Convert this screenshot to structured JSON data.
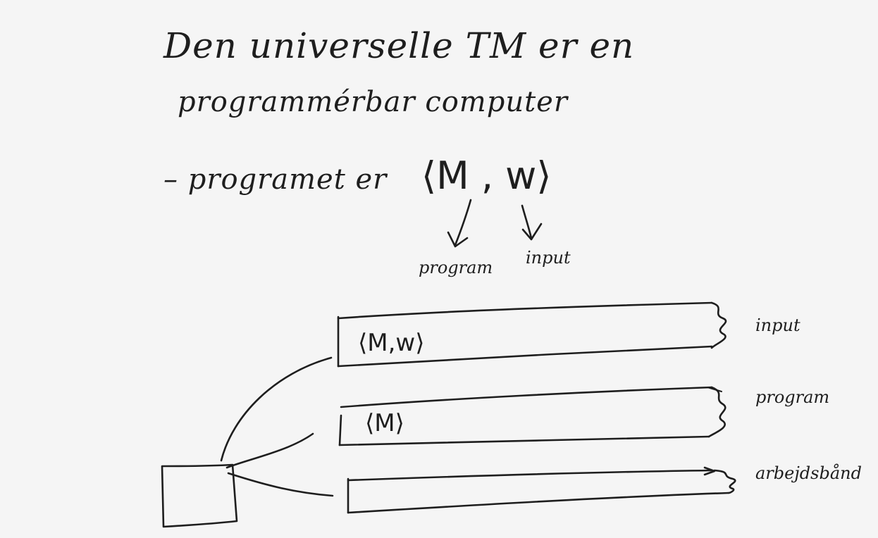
{
  "notes": {
    "line1": "Den universelle TM er en",
    "line2": "programmérbar computer",
    "line3_prefix": "– programet er",
    "tuple": "⟨M , w⟩",
    "arrow_label_program": "program",
    "arrow_label_input": "input"
  },
  "tapes": [
    {
      "content": "⟨M,w⟩",
      "label": "input"
    },
    {
      "content": "⟨M⟩",
      "label": "program"
    },
    {
      "content": "",
      "label": "arbejdsbånd"
    }
  ],
  "colors": {
    "background": "#f5f5f5",
    "ink": "#1e1e1e"
  }
}
